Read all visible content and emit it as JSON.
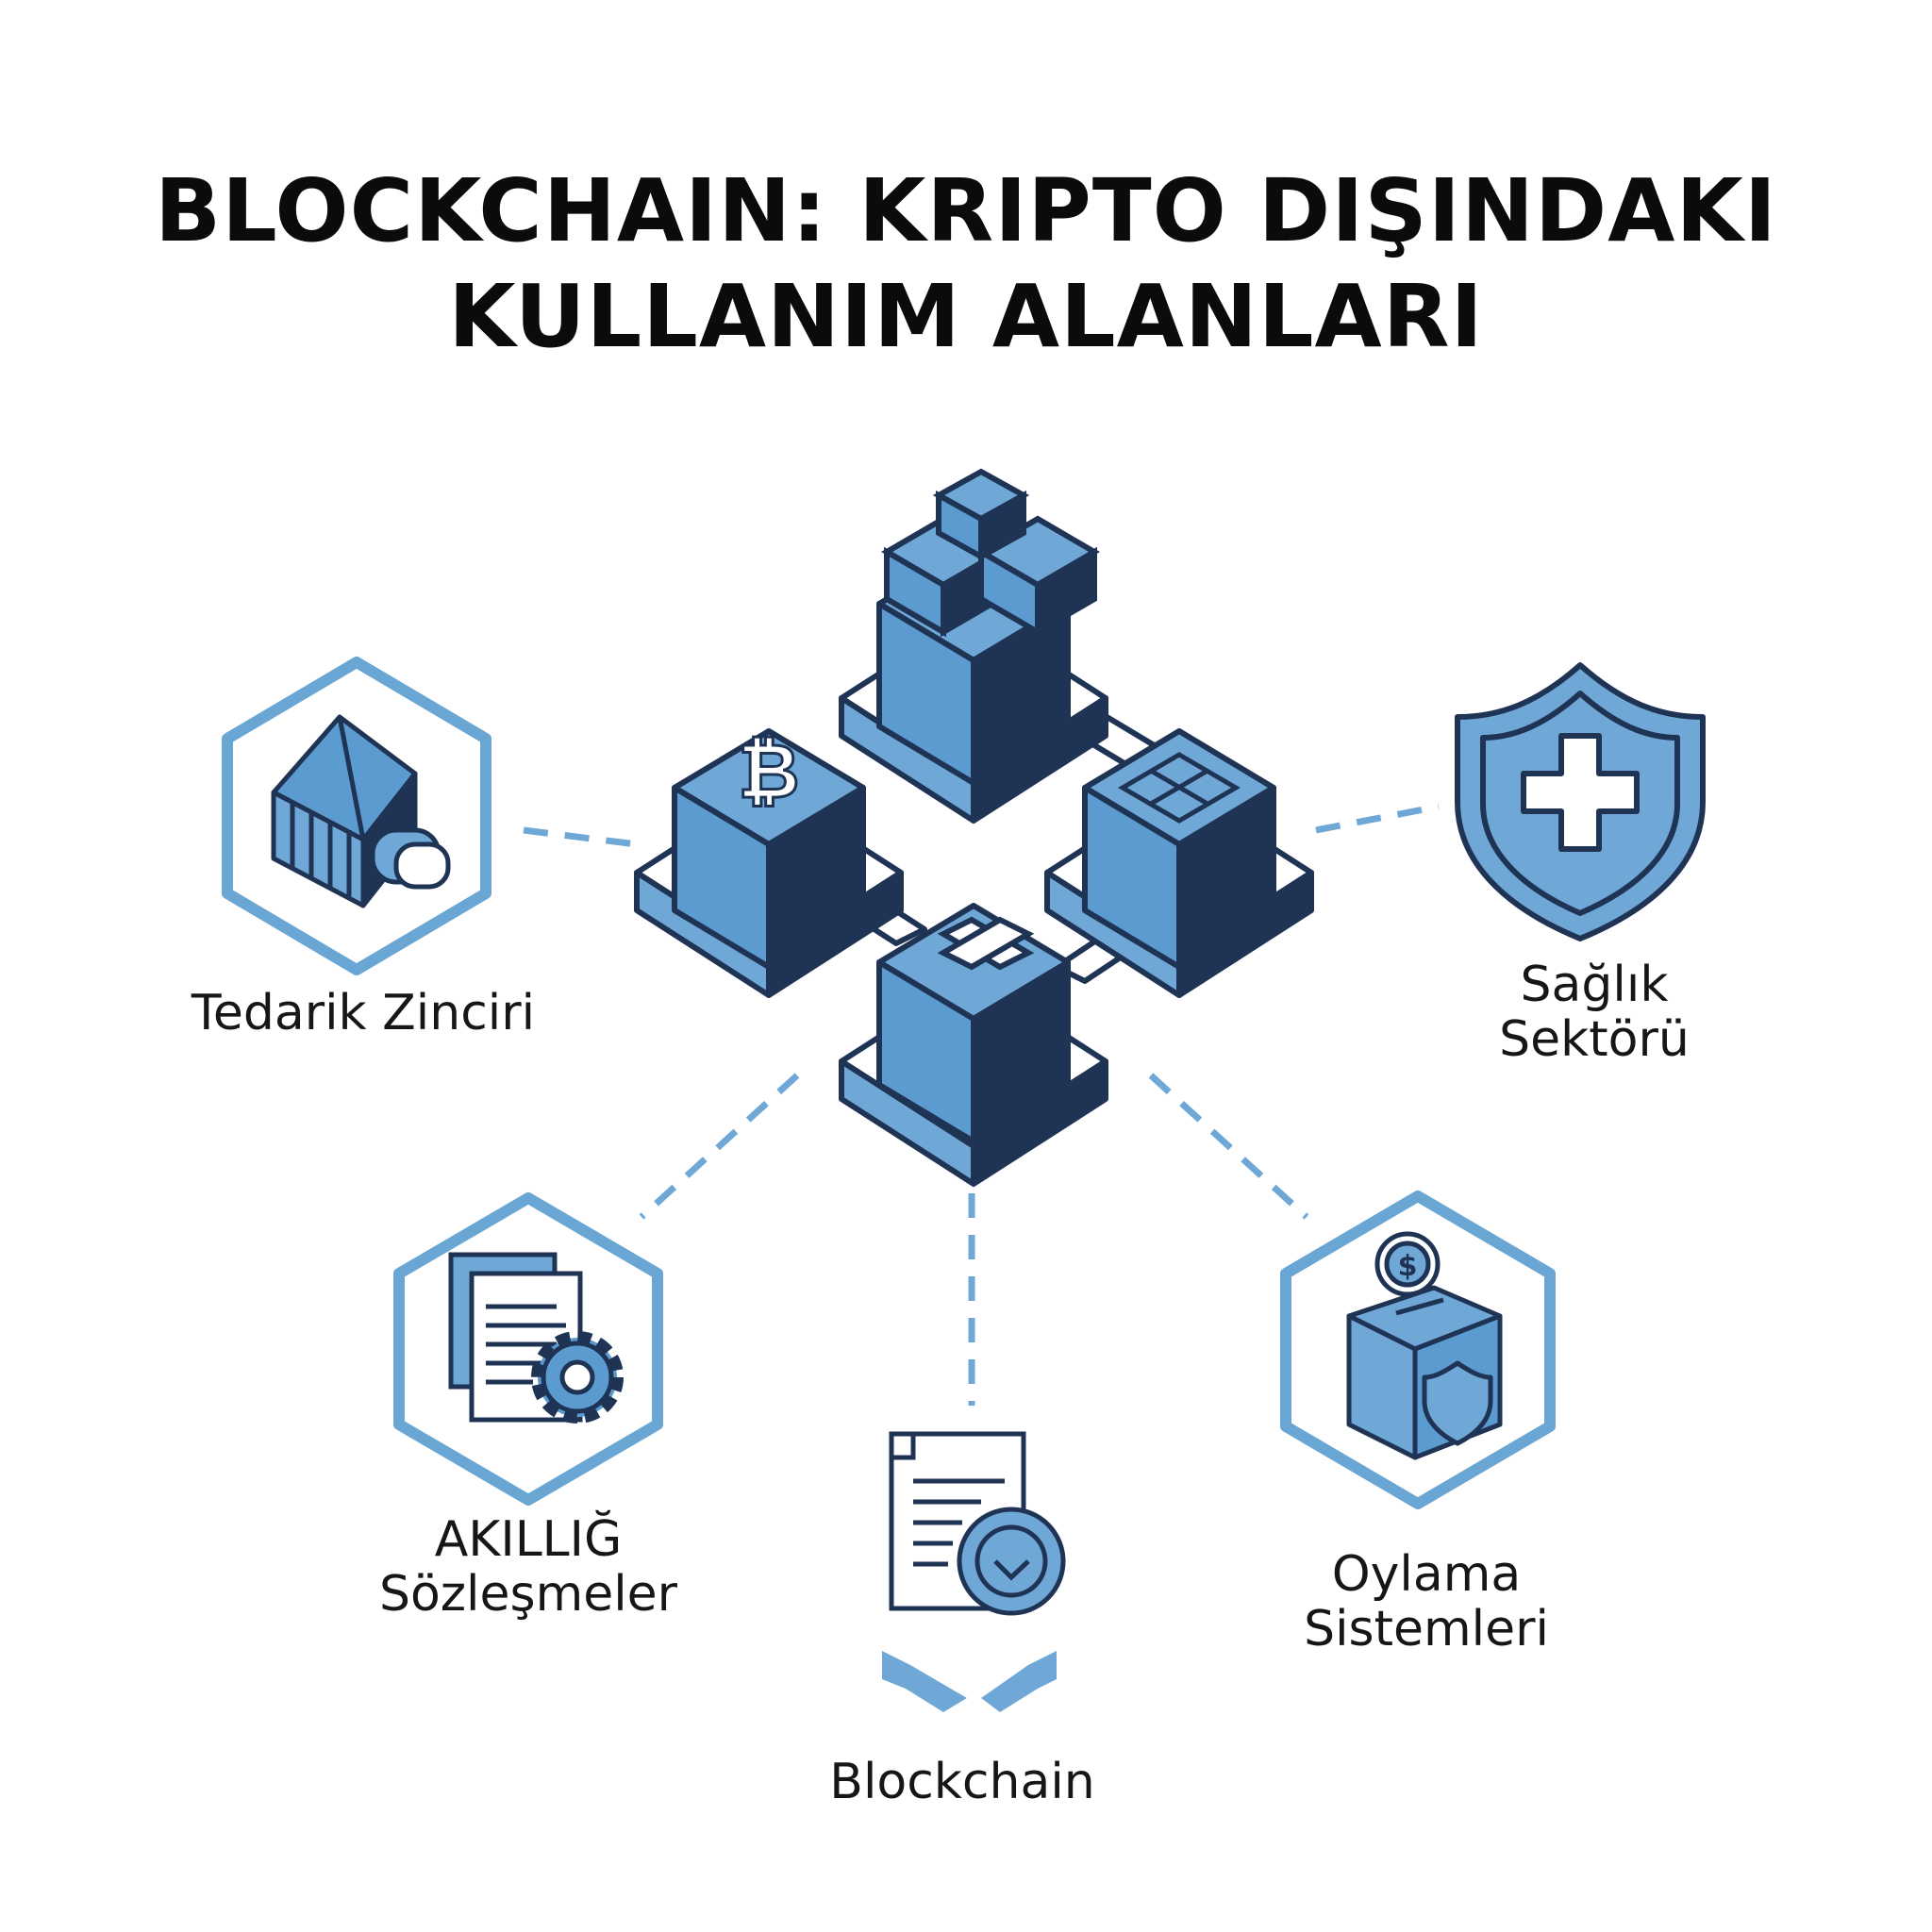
{
  "title": {
    "line1": "BLOCKCHAIN: KRIPTO DIŞINDAKI",
    "line2": "KULLANIM ALANLARI"
  },
  "nodes": {
    "supply_chain": {
      "label": "Tedarik Zinciri",
      "icon": "shipping-container-chain-icon"
    },
    "healthcare": {
      "label_line1": "Sağlık",
      "label_line2": "Sektörü",
      "icon": "shield-medical-cross-icon"
    },
    "smart_contracts": {
      "label_line1": "AKILLIĞ",
      "label_line2": "Sözleşmeler",
      "icon": "documents-gear-icon"
    },
    "blockchain": {
      "label": "Blockchain",
      "icon": "document-seal-handshake-icon"
    },
    "voting": {
      "label_line1": "Oylama",
      "label_line2": "Sistemleri",
      "icon": "ballot-box-coin-shield-icon"
    }
  },
  "center": {
    "icon": "blockchain-network-cubes-icon"
  },
  "colors": {
    "primary_light": "#6fa8d6",
    "primary_mid": "#5b9bd0",
    "dark_navy": "#1f3354",
    "outline_ring": "#6aa6d4"
  }
}
